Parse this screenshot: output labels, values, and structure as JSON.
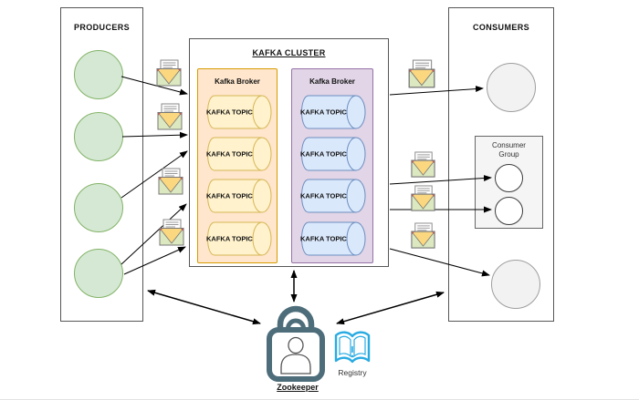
{
  "producers": {
    "title": "PRODUCERS",
    "circle_count": 4
  },
  "cluster": {
    "title": "KAFKA CLUSTER",
    "brokers": [
      {
        "label": "Kafka Broker",
        "topics": [
          "KAFKA TOPIC",
          "KAFKA TOPIC",
          "KAFKA TOPIC",
          "KAFKA TOPIC"
        ]
      },
      {
        "label": "Kafka Broker",
        "topics": [
          "KAFKA TOPIC",
          "KAFKA TOPIC",
          "KAFKA TOPIC",
          "KAFKA TOPIC"
        ]
      }
    ]
  },
  "consumers": {
    "title": "CONSUMERS",
    "group": {
      "title": "Consumer Group",
      "circle_count": 2
    },
    "standalone_circle_count": 2
  },
  "zookeeper": {
    "label": "Zookeeper"
  },
  "registry": {
    "label": "Registry"
  },
  "icons": {
    "message": "envelope-icon",
    "zookeeper": "lock-with-person-icon",
    "registry": "open-book-icon"
  },
  "colors": {
    "producer_circle_fill": "#d5e8d4",
    "producer_circle_stroke": "#82b366",
    "broker1_fill": "#ffe6cc",
    "broker1_stroke": "#d79b00",
    "topic1_fill": "#fff2cc",
    "topic1_stroke": "#d6b656",
    "broker2_fill": "#e1d5e7",
    "broker2_stroke": "#9673a6",
    "topic2_fill": "#dae8fc",
    "topic2_stroke": "#6c8ebf",
    "consumer_circle_fill": "#f2f2f2",
    "consumer_group_fill": "#f5f5f5",
    "zookeeper_icon": "#4d6d7b",
    "registry_icon": "#29abe2",
    "arrow": "#000000"
  }
}
